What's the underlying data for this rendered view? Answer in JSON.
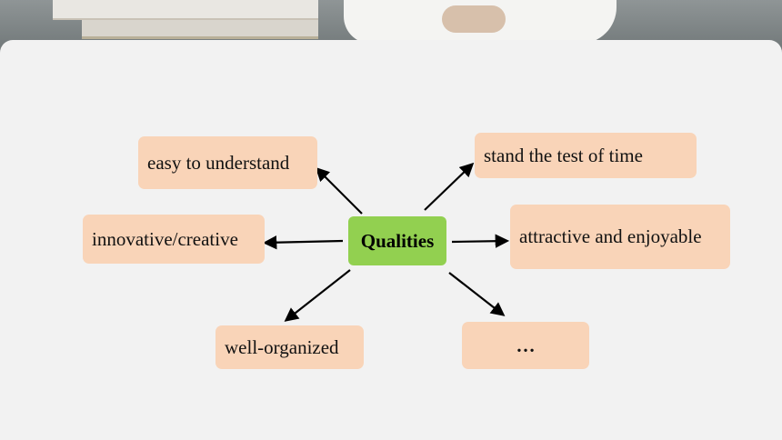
{
  "diagram": {
    "center": {
      "label": "Qualities"
    },
    "nodes": [
      {
        "id": "easy",
        "label": "easy to understand"
      },
      {
        "id": "stand",
        "label": "stand the test of time"
      },
      {
        "id": "innovative",
        "label": "innovative/creative"
      },
      {
        "id": "attractive",
        "label": "attractive and enjoyable"
      },
      {
        "id": "organized",
        "label": "well-organized"
      },
      {
        "id": "more",
        "label": "…"
      }
    ]
  },
  "colors": {
    "center_fill": "#92d050",
    "node_fill": "#f9d4b8",
    "panel_background": "#f2f2f2",
    "arrow": "#000000"
  }
}
